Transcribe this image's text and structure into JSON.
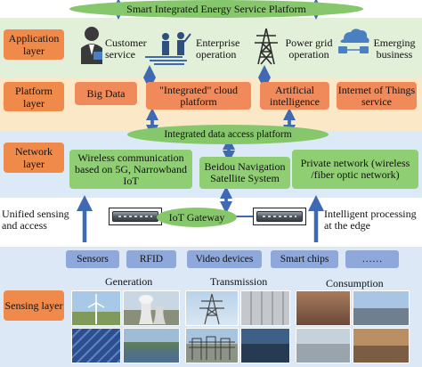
{
  "platform_title": "Smart Integrated Energy Service Platform",
  "layers": {
    "application": "Application layer",
    "platform": "Platform layer",
    "network": "Network layer",
    "sensing": "Sensing layer"
  },
  "application": {
    "customer_service": "Customer service",
    "enterprise_operation": "Enterprise operation",
    "power_grid_operation": "Power grid operation",
    "emerging_business": "Emerging business"
  },
  "platform": {
    "big_data": "Big Data",
    "integrated_cloud": "\"Integrated\" cloud platform",
    "ai": "Artificial intelligence",
    "iot_service": "Internet of Things service",
    "data_access": "Integrated data access platform"
  },
  "network": {
    "wireless": "Wireless communication based on 5G, Narrowband IoT",
    "beidou": "Beidou Navigation Satellite System",
    "private": "Private network (wireless /fiber optic network)"
  },
  "gateway": {
    "left_label": "Unified sensing and access",
    "center_label": "IoT Gateway",
    "right_label": "Intelligent processing at the edge"
  },
  "sensing": {
    "devices": [
      "Sensors",
      "RFID",
      "Video devices",
      "Smart chips",
      "……"
    ],
    "generation": "Generation",
    "transmission": "Transmission",
    "consumption": "Consumption"
  },
  "colors": {
    "layer_label": "#f08a4b",
    "green_box": "#8fce73",
    "ellipse": "#86c76b",
    "sensing_box": "#8fa8dc",
    "arrow": "#3f6ab3"
  }
}
